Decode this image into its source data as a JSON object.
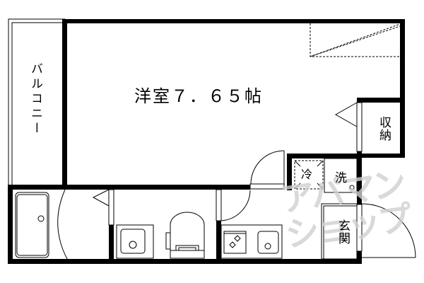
{
  "floor_plan": {
    "main_room": {
      "type": "洋室",
      "size": "7.65",
      "unit": "帖",
      "label": "洋室７．６５帖"
    },
    "balcony": {
      "label": "バルコニー"
    },
    "storage": {
      "label": "収納"
    },
    "entrance": {
      "label": "玄関"
    },
    "fridge_space": {
      "label": "冷"
    },
    "washer_space": {
      "label": "洗"
    },
    "fixtures": [
      "bathtub",
      "washbasin",
      "toilet",
      "stove",
      "kitchen-sink"
    ],
    "watermark": {
      "text": "アパマンショップ"
    }
  },
  "colors": {
    "wall": "#000000",
    "background": "#ffffff",
    "watermark": "#d0d0d0"
  }
}
